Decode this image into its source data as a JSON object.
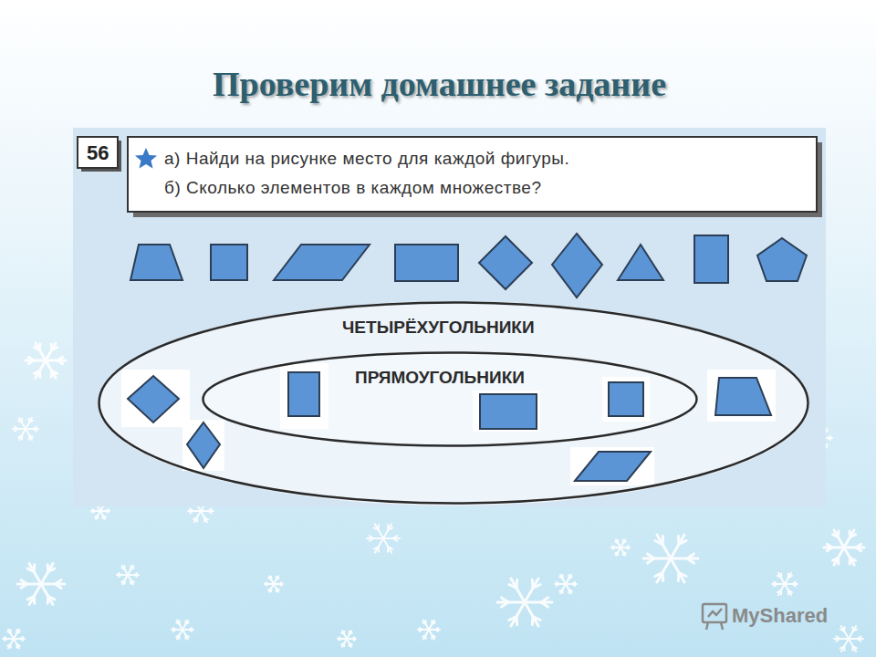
{
  "diagram": {
    "title": "Проверим домашнее задание",
    "nodes": [
      {
        "text": [
          "56"
        ]
      },
      {
        "text": [
          "а) Найди на рисунке место для каждой фигуры.",
          "б) Сколько элементов в каждом множестве?"
        ]
      },
      {
        "text": [
          "ЧЕТЫРЁХУГОЛЬНИКИ"
        ]
      },
      {
        "text": [
          "ПРЯМОУГОЛЬНИКИ"
        ],
        "in": 2
      }
    ],
    "labels": [
      "MyShared"
    ]
  }
}
